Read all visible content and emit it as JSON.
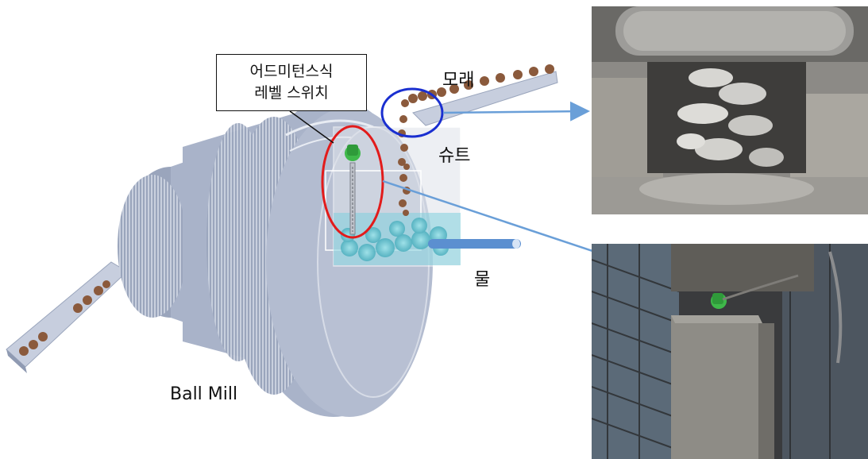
{
  "labels": {
    "level_switch_line1": "어드미턴스식",
    "level_switch_line2": "레벨 스위치",
    "sand": "모래",
    "chute": "슈트",
    "water": "물",
    "ball_mill": "Ball Mill"
  },
  "colors": {
    "mill_body": "#a9b3c9",
    "mill_shadow": "#8f9ab2",
    "ridge": "#e8ecf3",
    "sand": "#8b5a3c",
    "water": "#7fd0dc",
    "switch_green": "#3fb84a",
    "pointer_arrow": "#6a9fd8",
    "highlight_red": "#e21b1b",
    "highlight_blue": "#1a2fd0",
    "water_pipe": "#5b8fd0"
  }
}
